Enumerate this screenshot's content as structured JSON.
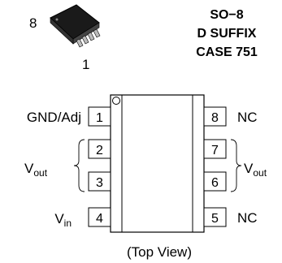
{
  "package": {
    "line1": "SO−8",
    "line2": "D SUFFIX",
    "line3": "CASE 751"
  },
  "chip_illustration": {
    "top_label": "8",
    "bottom_label": "1"
  },
  "pins": [
    {
      "number": "1",
      "label": "GND/Adj"
    },
    {
      "number": "2",
      "label": ""
    },
    {
      "number": "3",
      "label": ""
    },
    {
      "number": "4",
      "label": "V",
      "sub": "in"
    },
    {
      "number": "8",
      "label": "NC"
    },
    {
      "number": "7",
      "label": ""
    },
    {
      "number": "6",
      "label": ""
    },
    {
      "number": "5",
      "label": "NC"
    }
  ],
  "groups": {
    "left": {
      "label": "V",
      "sub": "out"
    },
    "right": {
      "label": "V",
      "sub": "out"
    }
  },
  "caption": "(Top View)"
}
